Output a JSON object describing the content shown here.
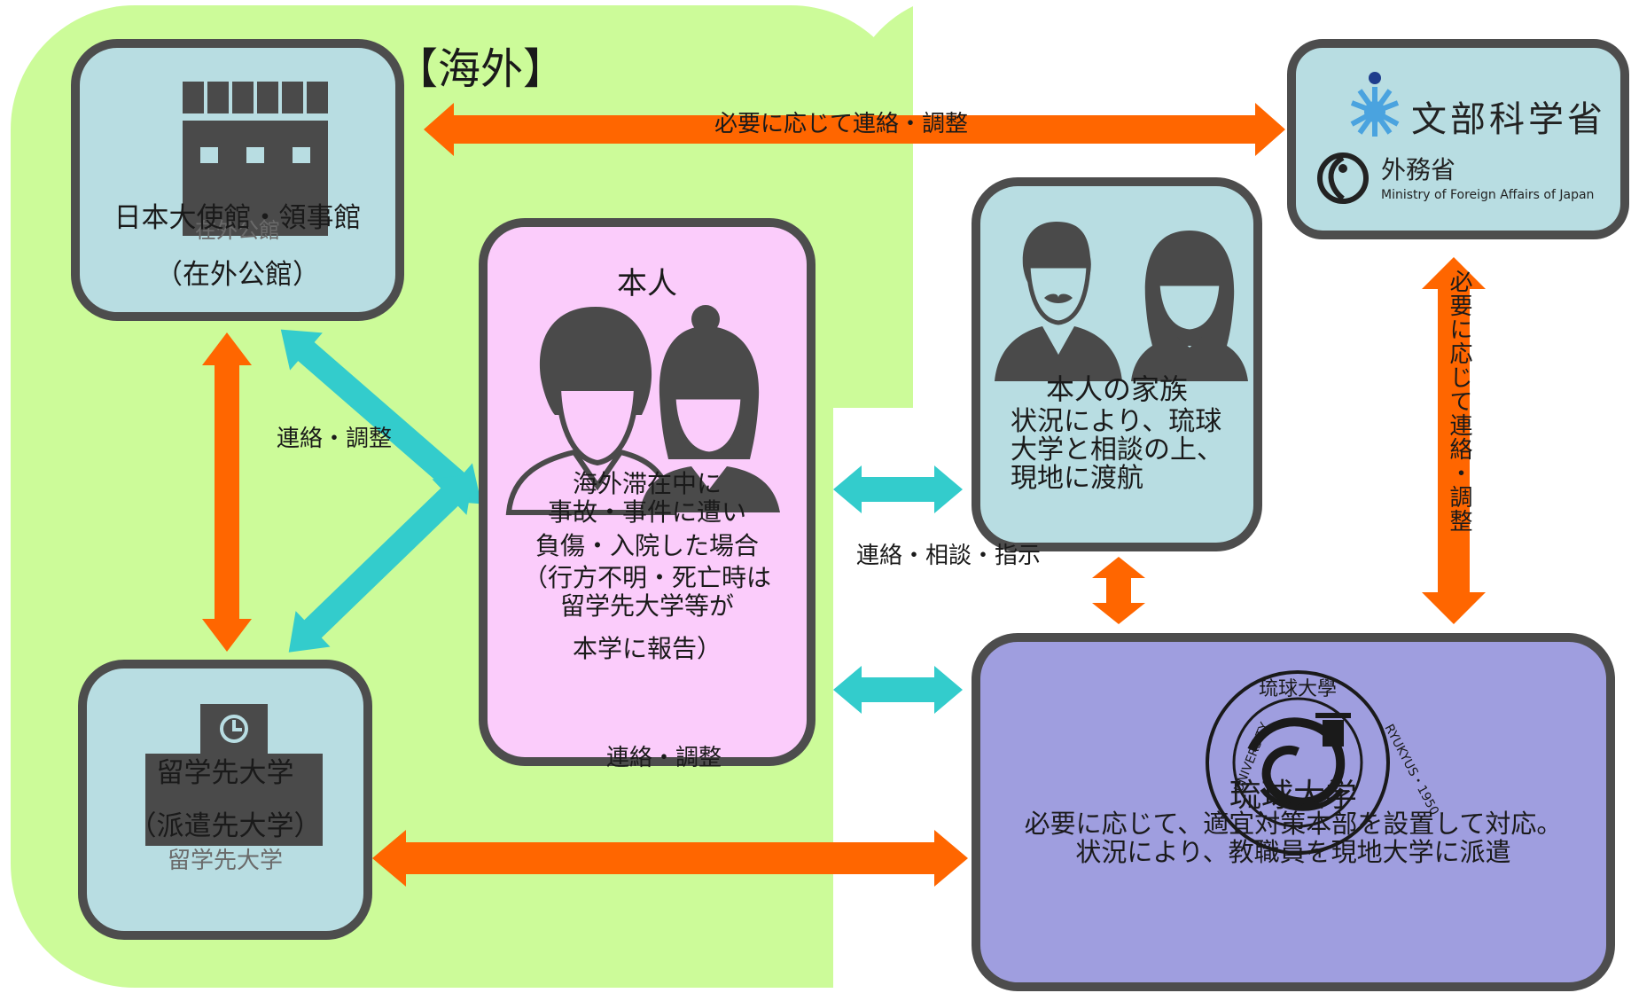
{
  "region": {
    "label": "【海外】"
  },
  "embassy": {
    "title": "日本大使館・領事館",
    "subtitle": "（在外公館）",
    "faded_text": "在外公館"
  },
  "host_university": {
    "title": "留学先大学",
    "subtitle": "（派遣先大学）",
    "faded_text": "留学先大学"
  },
  "person": {
    "title": "本人",
    "lines": [
      "海外滞在中に",
      "事故・事件に遭い",
      "負傷・入院した場合",
      "（行方不明・死亡時は",
      "留学先大学等が",
      "本学に報告）"
    ]
  },
  "family": {
    "title": "本人の家族",
    "lines": [
      "状況により、琉球",
      "大学と相談の上、",
      "現地に渡航"
    ]
  },
  "ministries": {
    "mext_name": "文部科学省",
    "mofa_name": "外務省",
    "mofa_english": "Ministry of Foreign Affairs of Japan"
  },
  "ryukyu": {
    "title": "琉球大学",
    "lines": [
      "必要に応じて、適宜対策本部を設置して対応。",
      "状況により、教職員を現地大学に派遣"
    ],
    "seal_top": "琉球大學",
    "seal_left": "UNIVERSITY",
    "seal_right": "RYUKYUS・1950"
  },
  "labels": {
    "top_arrow": "必要に応じて連絡・調整",
    "left_link": "連絡・調整",
    "person_family": "連絡・相談・指示",
    "person_bottom": "連絡・調整",
    "right_vertical": "必要に応じて連絡・調整"
  },
  "colors": {
    "overseas_bg": "#ccfb99",
    "box_blue": "#b8dde2",
    "box_pink": "#fbccfb",
    "box_purple": "#9f9edf",
    "border": "#4d4d4d",
    "arrow_orange": "#ff6600",
    "arrow_cyan": "#33cccc",
    "icon_gray": "#4a4a4a"
  }
}
